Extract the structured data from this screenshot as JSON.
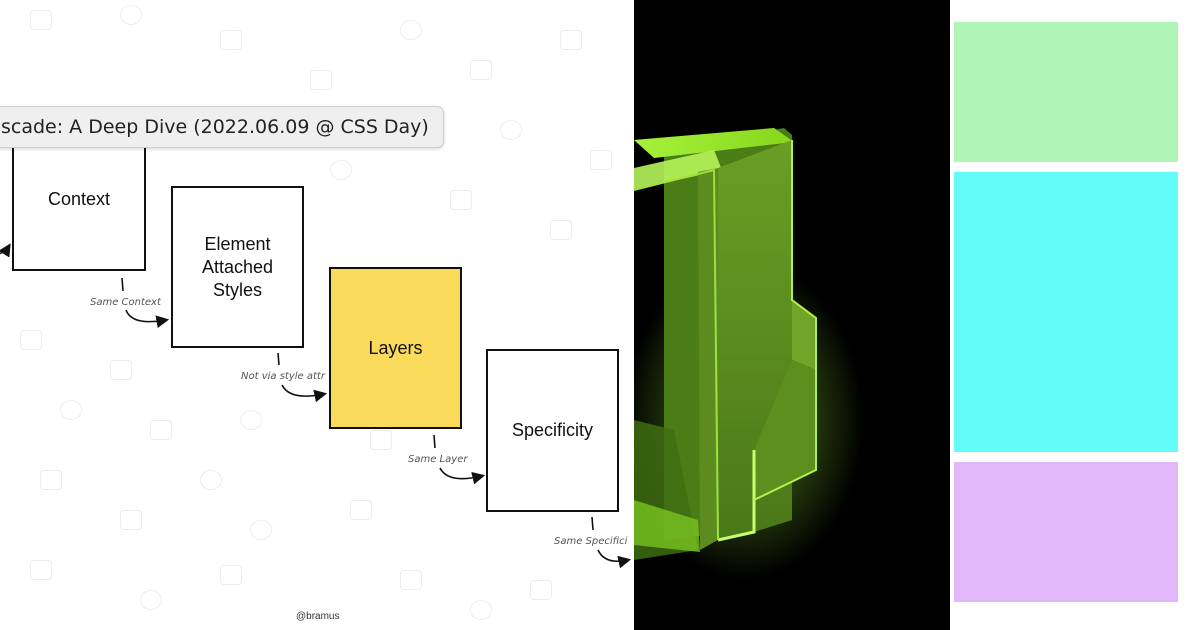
{
  "tooltip": "scade: A Deep Dive (2022.06.09 @ CSS Day)",
  "boxes": {
    "context": "Context",
    "element_attached_styles": "Element\nAttached\nStyles",
    "layers": "Layers",
    "specificity": "Specificity"
  },
  "connectors": {
    "same_context": "Same Context",
    "not_via_style_attr": "Not via style attr",
    "same_layer": "Same Layer",
    "same_specificity": "Same Specifici"
  },
  "credit": "@bramus",
  "colors": {
    "box_highlight": "#f9da5a",
    "neon_green": "#8ee21b",
    "swatch_green": "#b0f5b6",
    "swatch_cyan": "#62fdf8",
    "swatch_purple": "#e3b8fb"
  }
}
